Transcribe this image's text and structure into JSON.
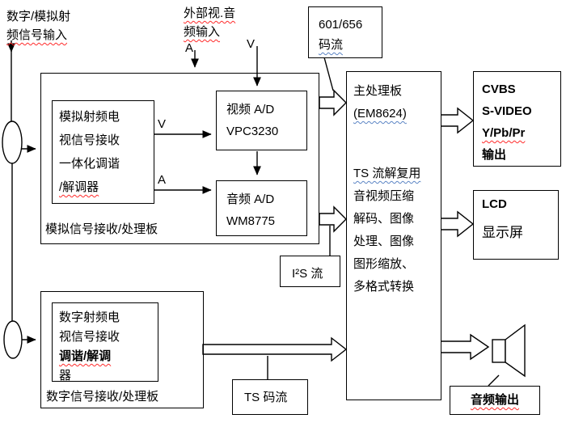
{
  "colors": {
    "line": "#000000",
    "squiggle_red": "#ff2a2a",
    "squiggle_blue": "#5b84c4"
  },
  "diagram": {
    "rf_input": {
      "line1": "数字/模拟射",
      "line2": "频信号输入"
    },
    "ext_av": {
      "line1": "外部视.音",
      "line2": "频输入",
      "a": "A",
      "v": "V"
    },
    "s601": {
      "line1": "601/656",
      "line2": "码流"
    },
    "analog_board": {
      "label": "模拟信号接收/处理板",
      "tuner": {
        "lines": [
          "模拟射频电",
          "视信号接收",
          "一体化调谐",
          "/解调器"
        ]
      },
      "v": "V",
      "a": "A",
      "video_ad": {
        "line1": "视频 A/D",
        "line2": "VPC3230"
      },
      "audio_ad": {
        "line1": "音频 A/D",
        "line2": "WM8775"
      }
    },
    "i2s": {
      "label": "I²S 流"
    },
    "ts": {
      "label": "TS 码流"
    },
    "main_board": {
      "lines": [
        "主处理板",
        "(EM8624)",
        "TS 流解复用",
        "音视频压缩",
        "解码、图像",
        "处理、图像",
        "图形缩放、",
        "多格式转换"
      ]
    },
    "av_out": {
      "lines": [
        "CVBS",
        "S-VIDEO",
        "Y/Pb/Pr",
        "输出"
      ]
    },
    "lcd": {
      "line1": "LCD",
      "line2": "显示屏"
    },
    "audio_out": {
      "label": "音频输出"
    },
    "digital_board": {
      "label": "数字信号接收/处理板",
      "tuner": {
        "lines": [
          "数字射频电",
          "视信号接收",
          "调谐/解调",
          "器"
        ]
      }
    }
  }
}
